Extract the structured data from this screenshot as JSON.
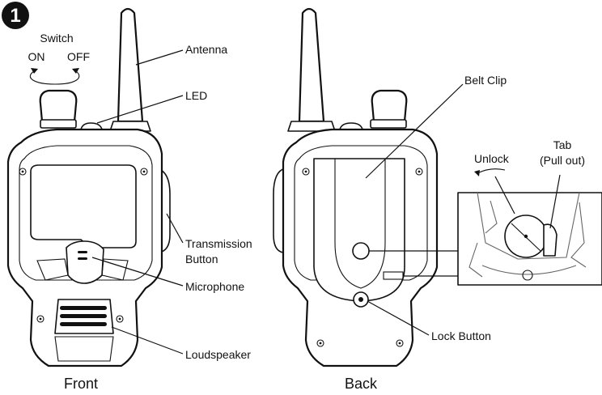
{
  "step_number": "1",
  "switch": {
    "title": "Switch",
    "on": "ON",
    "off": "OFF"
  },
  "front": {
    "caption": "Front",
    "labels": {
      "antenna": "Antenna",
      "led": "LED",
      "transmission_line1": "Transmission",
      "transmission_line2": "Button",
      "microphone": "Microphone",
      "loudspeaker": "Loudspeaker"
    }
  },
  "back": {
    "caption": "Back",
    "labels": {
      "belt_clip": "Belt Clip",
      "unlock": "Unlock",
      "tab_line1": "Tab",
      "tab_line2": "(Pull out)",
      "lock_button": "Lock Button"
    }
  },
  "colors": {
    "ink": "#111111",
    "background": "#ffffff"
  }
}
